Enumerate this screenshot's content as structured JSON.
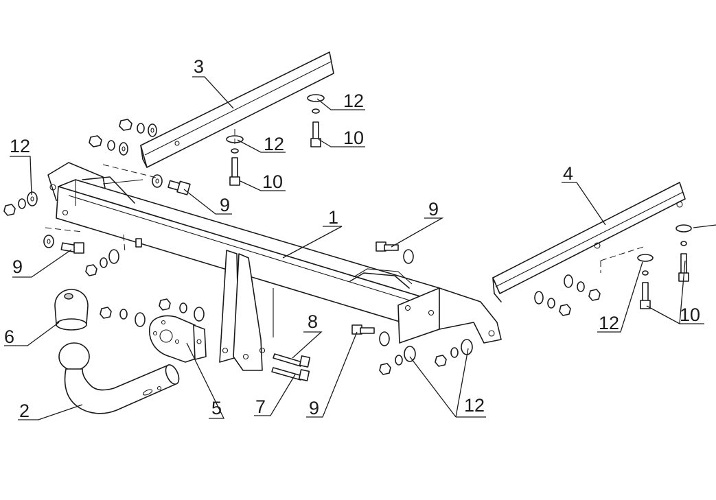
{
  "diagram": {
    "callouts": [
      {
        "id": "c1",
        "text": "1"
      },
      {
        "id": "c2",
        "text": "2"
      },
      {
        "id": "c3",
        "text": "3"
      },
      {
        "id": "c4",
        "text": "4"
      },
      {
        "id": "c5",
        "text": "5"
      },
      {
        "id": "c6",
        "text": "6"
      },
      {
        "id": "c7",
        "text": "7"
      },
      {
        "id": "c8",
        "text": "8"
      },
      {
        "id": "c9a",
        "text": "9"
      },
      {
        "id": "c9b",
        "text": "9"
      },
      {
        "id": "c9c",
        "text": "9"
      },
      {
        "id": "c9d",
        "text": "9"
      },
      {
        "id": "c10a",
        "text": "10"
      },
      {
        "id": "c10b",
        "text": "10"
      },
      {
        "id": "c10c",
        "text": "10"
      },
      {
        "id": "c12a",
        "text": "12"
      },
      {
        "id": "c12b",
        "text": "12"
      },
      {
        "id": "c12c",
        "text": "12"
      },
      {
        "id": "c12d",
        "text": "12"
      },
      {
        "id": "c12e",
        "text": "12"
      }
    ]
  }
}
